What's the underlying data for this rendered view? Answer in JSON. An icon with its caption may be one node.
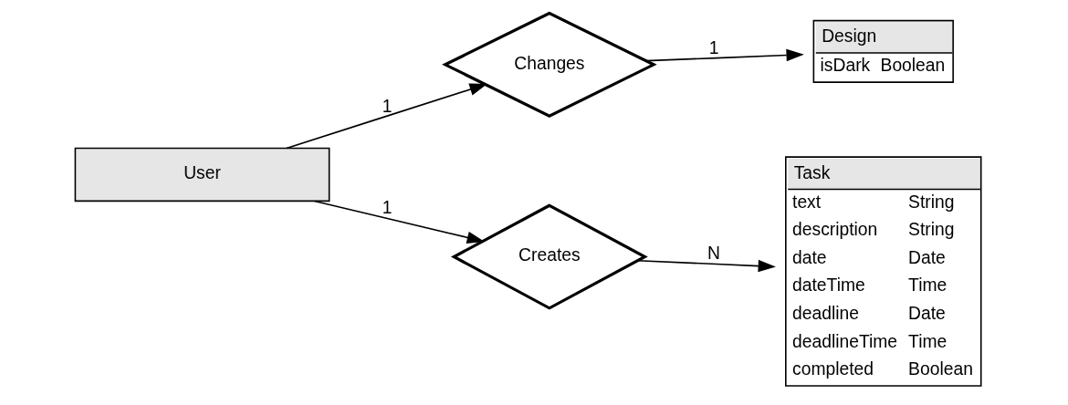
{
  "diagram": {
    "nodes": [
      {
        "text": [
          "User"
        ]
      },
      {
        "text": [
          "Changes"
        ]
      },
      {
        "text": [
          "Design",
          "isDark",
          "Boolean"
        ]
      },
      {
        "text": [
          "Creates"
        ]
      },
      {
        "text": [
          "Task",
          "text",
          "String",
          "description",
          "String",
          "date",
          "Date",
          "dateTime",
          "Time",
          "deadline",
          "Date",
          "deadlineTime",
          "Time",
          "completed",
          "Boolean"
        ]
      }
    ],
    "edges": [
      {
        "from": 0,
        "to": 1,
        "arrow": "to",
        "label": "1"
      },
      {
        "from": 1,
        "to": 2,
        "arrow": "to",
        "label": "1"
      },
      {
        "from": 0,
        "to": 3,
        "arrow": "to",
        "label": "1"
      },
      {
        "from": 3,
        "to": 4,
        "arrow": "to",
        "label": "N"
      }
    ]
  }
}
